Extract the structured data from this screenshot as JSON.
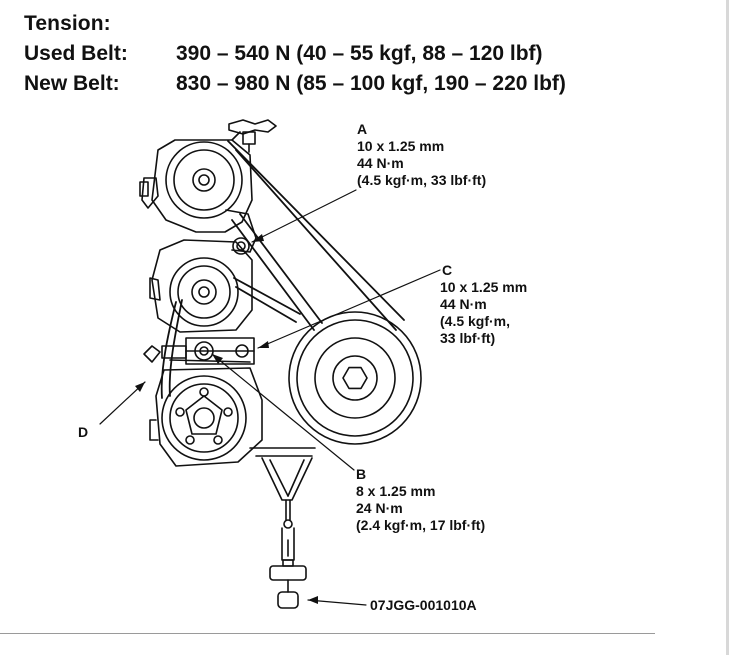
{
  "header": {
    "title": "Tension:",
    "rows": [
      {
        "label": "Used Belt:",
        "value": "390 – 540 N (40 – 55 kgf, 88 – 120 lbf)"
      },
      {
        "label": "New Belt:",
        "value": "830 – 980 N (85 – 100 kgf, 190 – 220 lbf)"
      }
    ]
  },
  "callouts": {
    "a": {
      "letter": "A",
      "lines": [
        "10 x 1.25 mm",
        "44 N·m",
        "(4.5 kgf·m, 33 lbf·ft)"
      ]
    },
    "c": {
      "letter": "C",
      "lines": [
        "10 x 1.25 mm",
        "44 N·m",
        "(4.5 kgf·m,",
        "33 lbf·ft)"
      ]
    },
    "b": {
      "letter": "B",
      "lines": [
        "8 x 1.25 mm",
        "24 N·m",
        "(2.4 kgf·m, 17 lbf·ft)"
      ]
    },
    "d": {
      "letter": "D"
    }
  },
  "part_number": "07JGG-001010A"
}
